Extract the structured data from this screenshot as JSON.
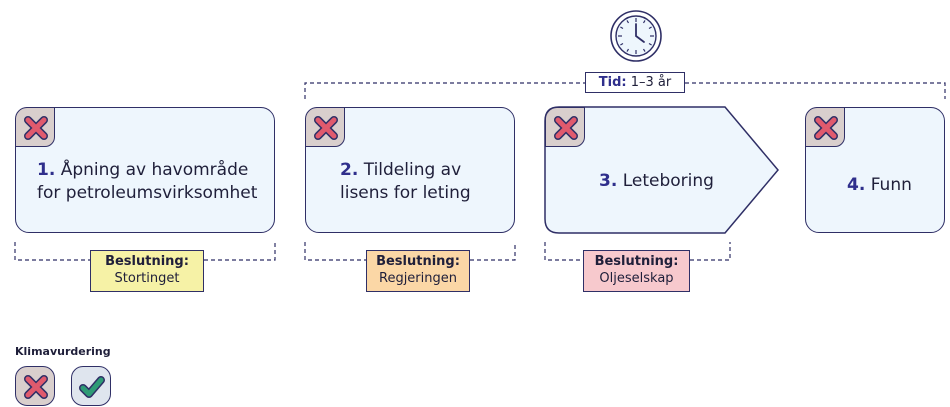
{
  "steps": [
    {
      "number": "1.",
      "text_line1": "Åpning av havområde",
      "text_line2": "for petroleumsvirksomhet"
    },
    {
      "number": "2.",
      "text_line1": "Tildeling av",
      "text_line2": "lisens for leting"
    },
    {
      "number": "3.",
      "text_line1": "Leteboring"
    },
    {
      "number": "4.",
      "text_line1": "Funn"
    }
  ],
  "decisions": [
    {
      "title": "Beslutning:",
      "value": "Stortinget",
      "color": "#f6f2a6"
    },
    {
      "title": "Beslutning:",
      "value": "Regjeringen",
      "color": "#fbd7a6"
    },
    {
      "title": "Beslutning:",
      "value": "Oljeselskap",
      "color": "#f7c9cd"
    }
  ],
  "time": {
    "label": "Tid:",
    "value": "1–3 år",
    "icon": "clock-icon"
  },
  "climate": {
    "title": "Klimavurdering",
    "icons": [
      "x-mark-icon",
      "check-mark-icon"
    ]
  },
  "colors": {
    "box_fill": "#eef6fd",
    "outline": "#2f2f66",
    "number": "#2f2f8c",
    "x_mark": "#e05a6d",
    "x_box": "#d9cfcd",
    "check_mark": "#2e9b76"
  }
}
